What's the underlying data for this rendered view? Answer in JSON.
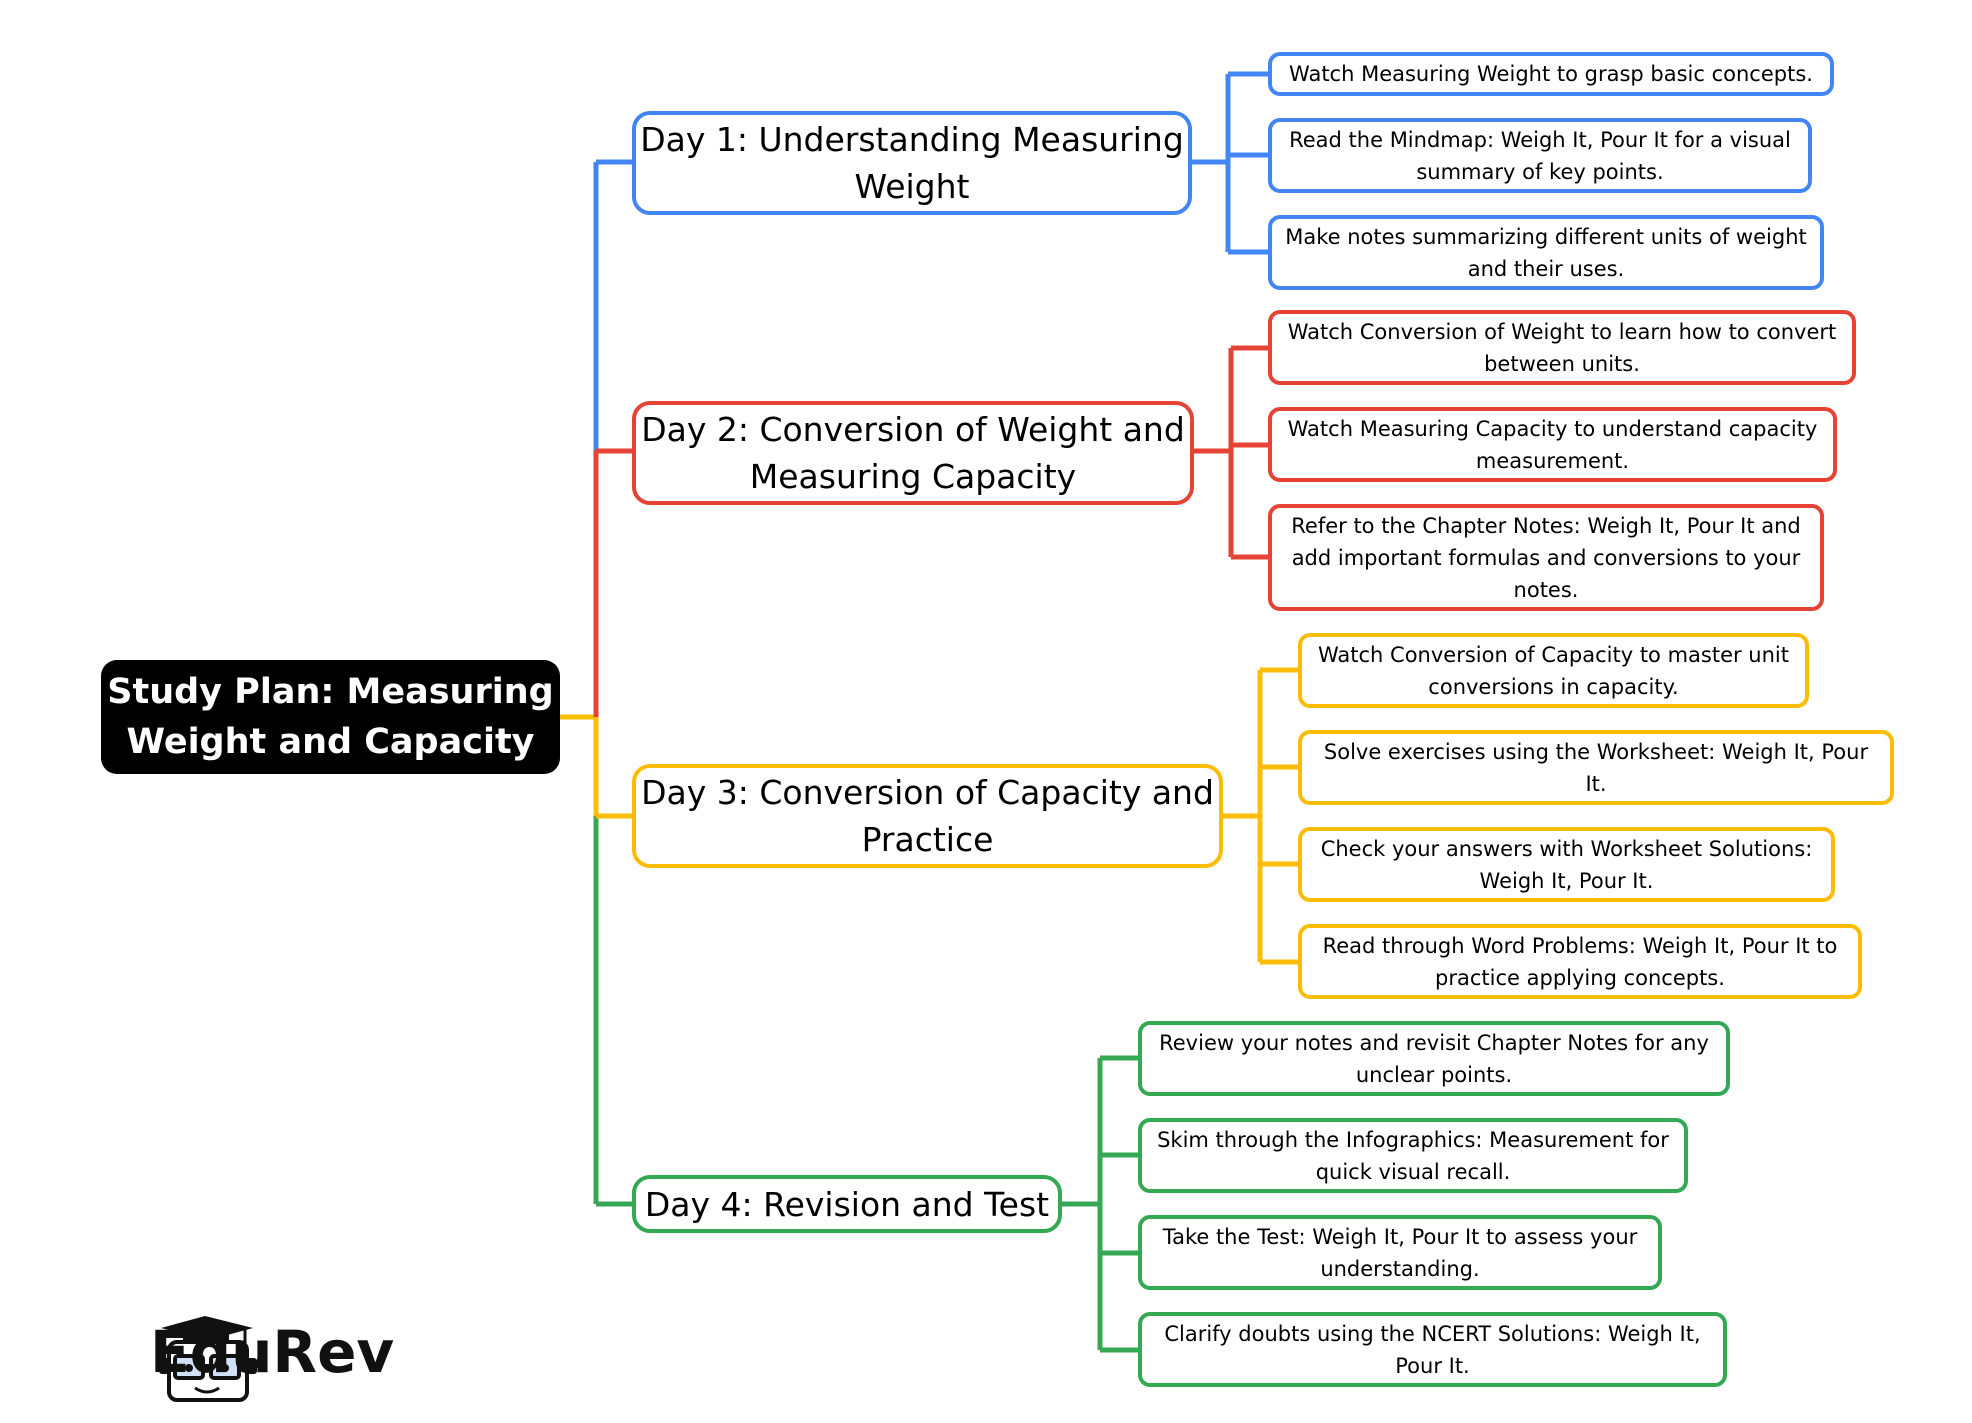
{
  "root": {
    "title_line1": "Study Plan: Measuring",
    "title_line2": "Weight and Capacity"
  },
  "days": [
    {
      "title_line1": "Day 1: Understanding Measuring",
      "title_line2": "Weight",
      "color": "#4285f4",
      "tasks": [
        {
          "line1": "Watch Measuring Weight to grasp basic concepts.",
          "line2": ""
        },
        {
          "line1": "Read the Mindmap: Weigh It, Pour It for a visual",
          "line2": "summary of key points."
        },
        {
          "line1": "Make notes summarizing different units of weight",
          "line2": "and their uses."
        }
      ]
    },
    {
      "title_line1": "Day 2: Conversion of Weight and",
      "title_line2": "Measuring Capacity",
      "color": "#e44336",
      "tasks": [
        {
          "line1": "Watch Conversion of Weight to learn how to convert",
          "line2": "between units."
        },
        {
          "line1": "Watch Measuring Capacity to understand capacity",
          "line2": "measurement."
        },
        {
          "line1": "Refer to the Chapter Notes: Weigh It, Pour It and",
          "line2": "add important formulas and conversions to your",
          "line3": "notes."
        }
      ]
    },
    {
      "title_line1": "Day 3: Conversion of Capacity and",
      "title_line2": "Practice",
      "color": "#fbbc04",
      "tasks": [
        {
          "line1": "Watch Conversion of Capacity to master unit",
          "line2": "conversions in capacity."
        },
        {
          "line1": "Solve exercises using the Worksheet: Weigh It, Pour",
          "line2": "It."
        },
        {
          "line1": "Check your answers with Worksheet Solutions:",
          "line2": "Weigh It, Pour It."
        },
        {
          "line1": "Read through Word Problems: Weigh It, Pour It to",
          "line2": "practice applying concepts."
        }
      ]
    },
    {
      "title_line1": "Day 4: Revision and Test",
      "title_line2": "",
      "color": "#34a853",
      "tasks": [
        {
          "line1": "Review your notes and revisit Chapter Notes for any",
          "line2": "unclear points."
        },
        {
          "line1": "Skim through the Infographics: Measurement for",
          "line2": "quick visual recall."
        },
        {
          "line1": "Take the Test: Weigh It, Pour It to assess your",
          "line2": "understanding."
        },
        {
          "line1": "Clarify doubts using the NCERT Solutions: Weigh It,",
          "line2": "Pour It."
        }
      ]
    }
  ],
  "logo": {
    "text": "EduRev",
    "icon": "graduation-cap-mascot-icon"
  }
}
